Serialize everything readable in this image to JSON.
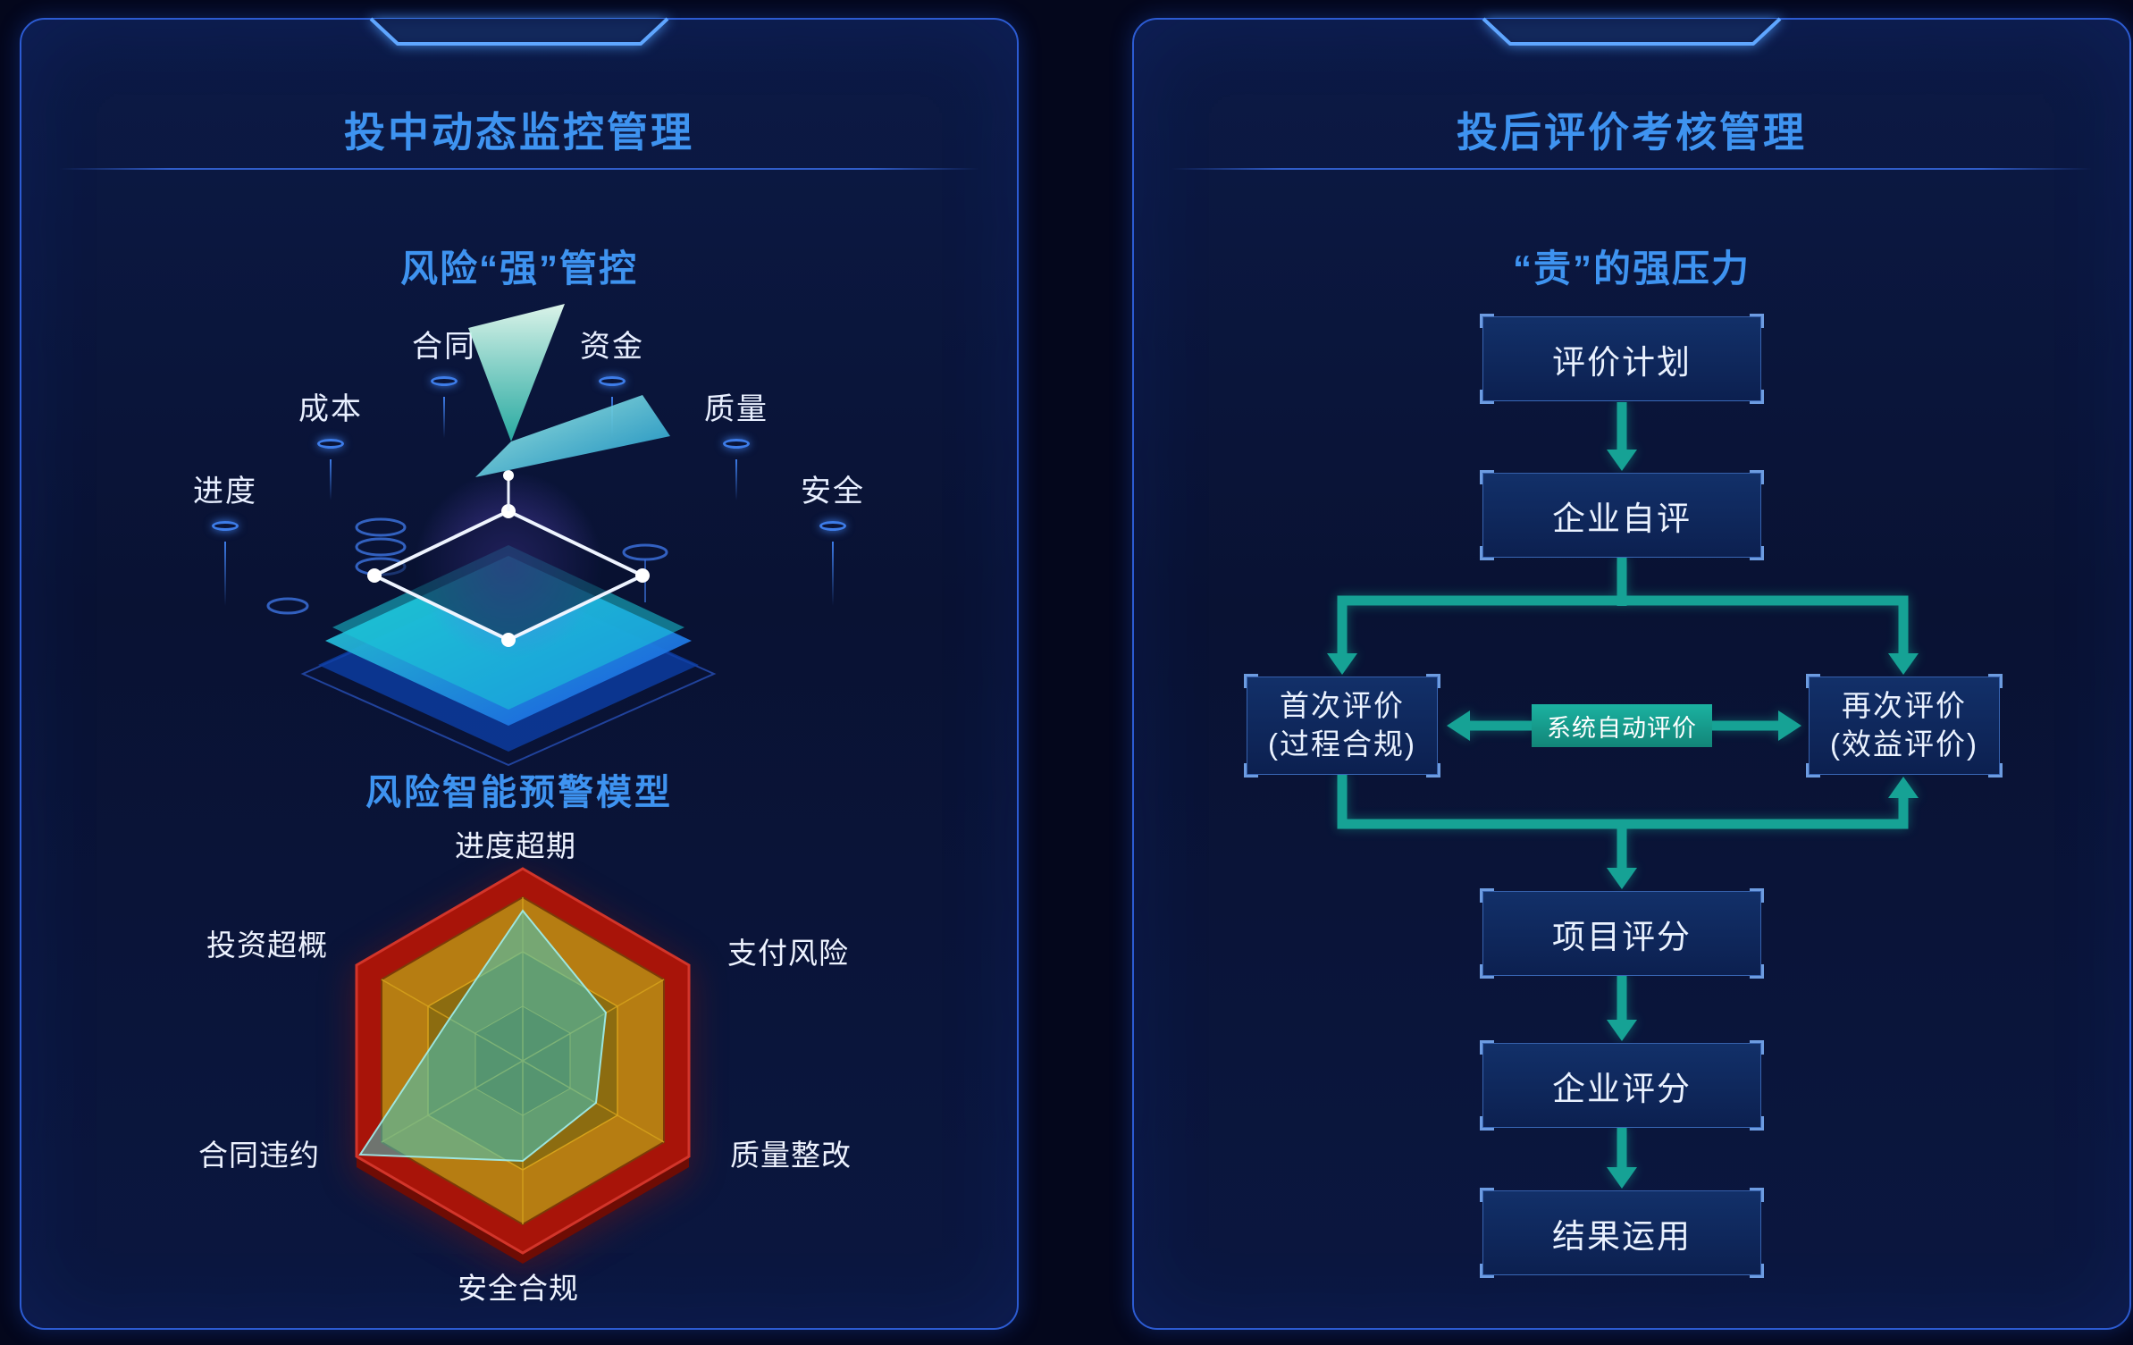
{
  "theme": {
    "background": "#04071c",
    "panel_background": "#0a1540",
    "panel_border": "#2c5bd2",
    "title_color": "#3e93f0",
    "label_color": "#e8efff",
    "teal_arrow": "#16a295",
    "flow_box_fill": "#0f2a60",
    "flow_box_border": "#5a96f5",
    "radar_red": "#a81409",
    "radar_orange": "#b67d12",
    "radar_fill_teal": "#2fc9c9"
  },
  "icons": {
    "notch": "panel-top-bracket",
    "ring": "halo-ring-marker",
    "arrow": "teal-flow-arrow"
  },
  "left_panel": {
    "title": "投中动态监控管理",
    "subtitle": "风险“强”管控",
    "risk_aspects": [
      "合同",
      "资金",
      "成本",
      "质量",
      "进度",
      "安全"
    ],
    "model_title": "风险智能预警模型",
    "radar": {
      "type": "radar",
      "categories": [
        "进度超期",
        "支付风险",
        "质量整改",
        "安全合规",
        "合同违约",
        "投资超概"
      ],
      "values": [
        0.78,
        0.5,
        0.44,
        0.52,
        0.98,
        0.44
      ],
      "max": 1
    }
  },
  "right_panel": {
    "title": "投后评价考核管理",
    "subtitle": "“责”的强压力",
    "flow": {
      "step_plan": "评价计划",
      "step_self": "企业自评",
      "first_eval_line1": "首次评价",
      "first_eval_line2": "(过程合规)",
      "auto_eval": "系统自动评价",
      "re_eval_line1": "再次评价",
      "re_eval_line2": "(效益评价)",
      "step_project_score": "项目评分",
      "step_company_score": "企业评分",
      "step_result": "结果运用"
    }
  }
}
